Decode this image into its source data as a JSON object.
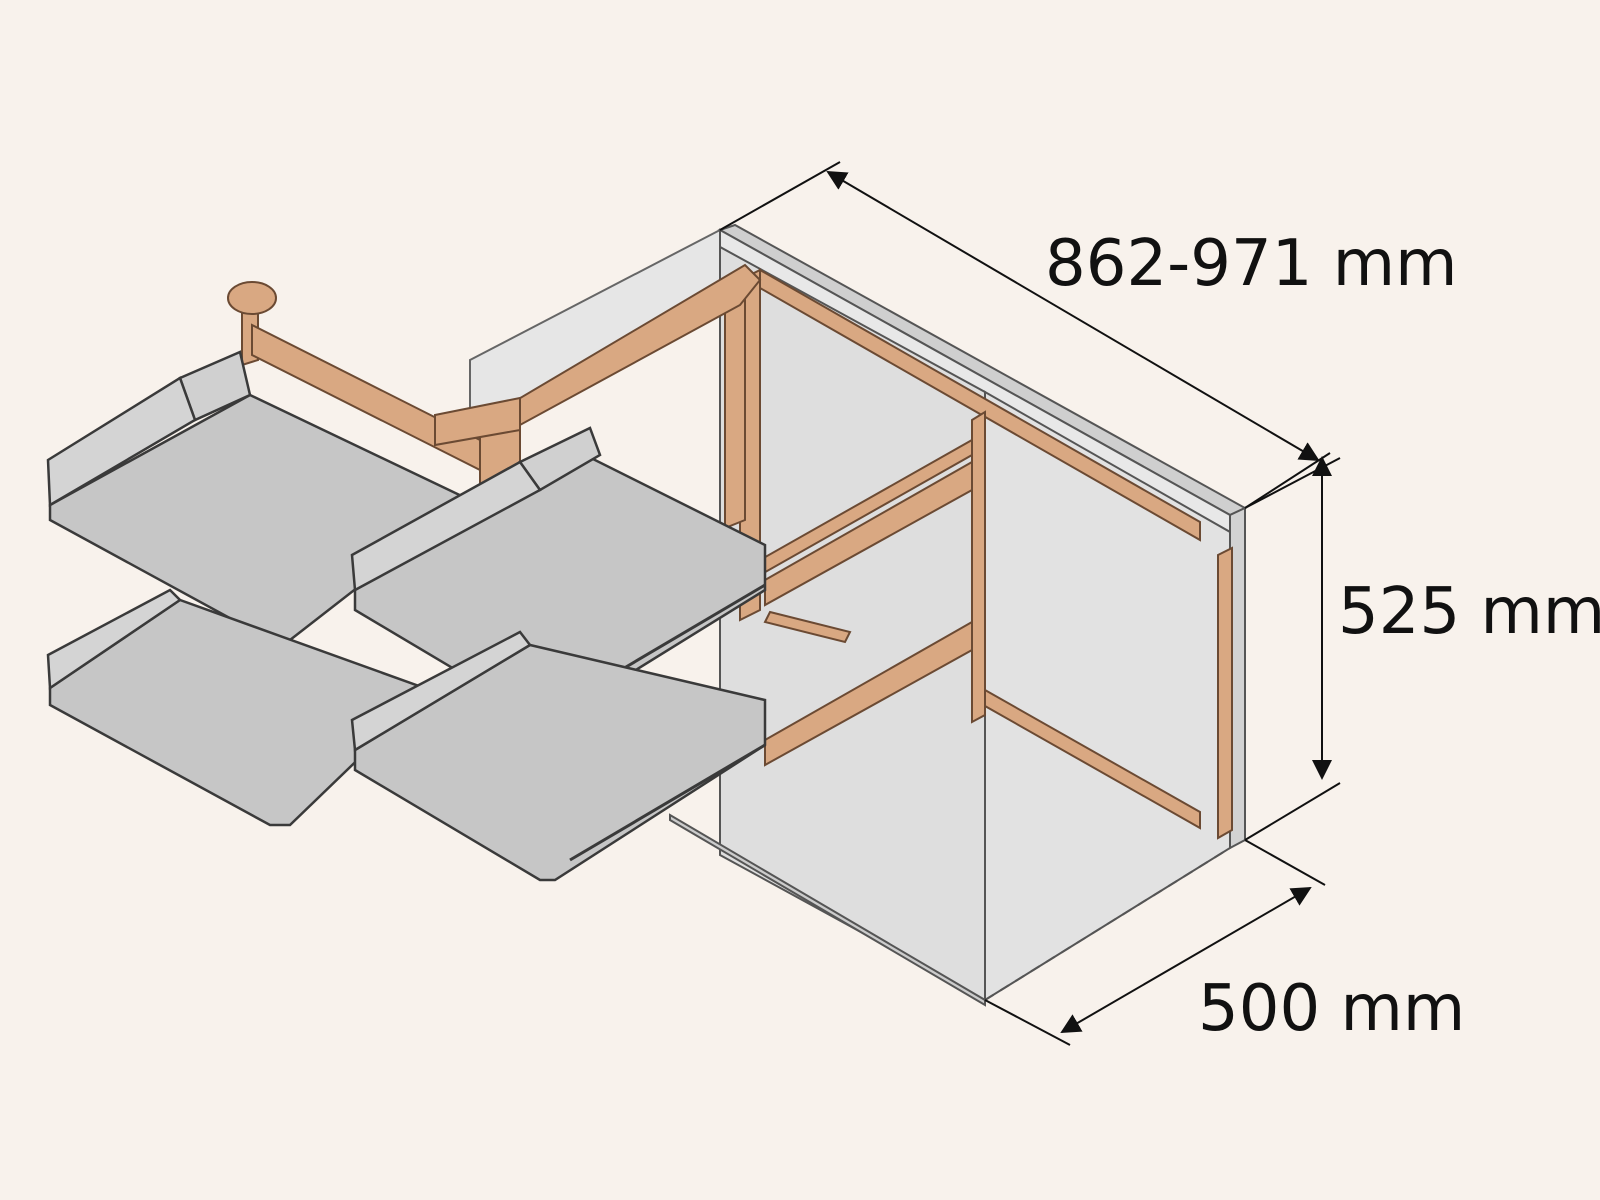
{
  "colors": {
    "background": "#f8f2ec",
    "cabinet_panel": "#e4e4e4",
    "cabinet_top": "#d6d6d6",
    "cabinet_outline": "#555555",
    "tray_fill": "#c4c4c4",
    "tray_top": "#cfcfcf",
    "tray_outline": "#3a3a3a",
    "frame_wood": "#d9a882",
    "frame_outline": "#6b4a33",
    "dimension_line": "#111111"
  },
  "dimensions": {
    "width_label": "862-971 mm",
    "height_label": "525 mm",
    "depth_label": "500 mm"
  },
  "icons": {
    "arrow": "filled-triangle-arrowhead"
  }
}
